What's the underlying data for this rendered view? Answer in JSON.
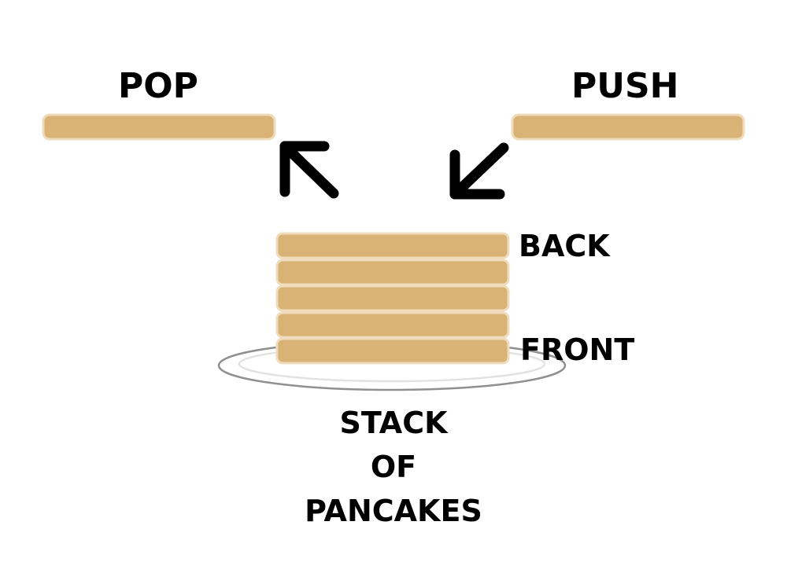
{
  "labels": {
    "pop": "POP",
    "push": "PUSH",
    "back": "BACK",
    "front": "FRONT"
  },
  "caption": {
    "line1": "STACK",
    "line2": "OF",
    "line3": "PANCAKES"
  },
  "stack": {
    "pancake_count": 5
  },
  "colors": {
    "pancake": "#d9b276",
    "pancake_edge": "#f0dcbc",
    "plate": "#8f8f8f",
    "arrow": "#000000"
  },
  "icons": {
    "pop_arrow": "arrow-up-left-icon",
    "push_arrow": "arrow-down-left-icon"
  }
}
